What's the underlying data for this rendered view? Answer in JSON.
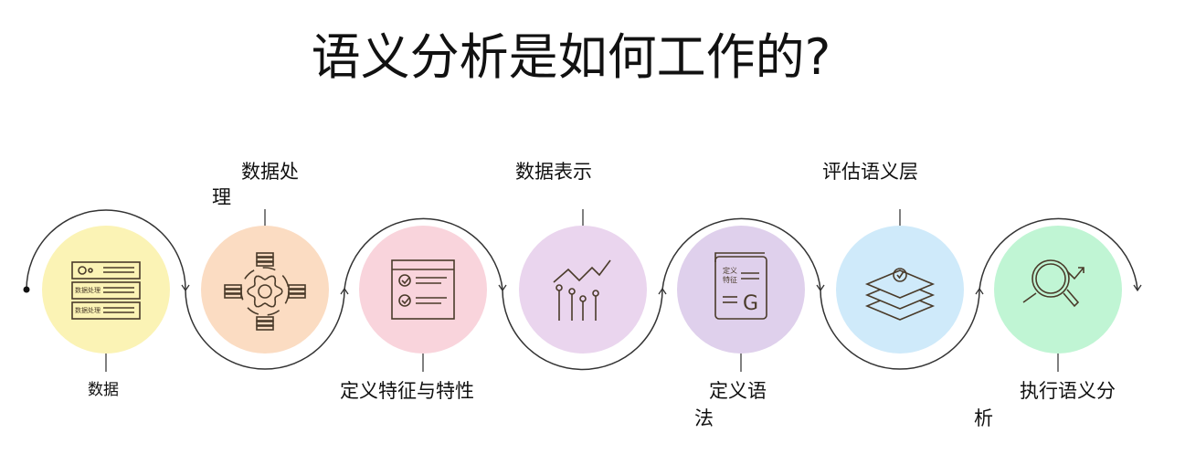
{
  "title": "语义分析是如何工作的?",
  "steps": [
    {
      "label": "数据",
      "label_line2": "",
      "position": "bottom",
      "color": "#fbf3b5",
      "icon": "server-rack-icon",
      "icon_text": "数据处理"
    },
    {
      "label": "数据处",
      "label_line2": "理",
      "position": "top",
      "color": "#fbdcc2",
      "icon": "gear-databases-icon"
    },
    {
      "label": "定义特征与特性",
      "label_line2": "",
      "position": "bottom",
      "color": "#f9d4dc",
      "icon": "checklist-window-icon"
    },
    {
      "label": "数据表示",
      "label_line2": "",
      "position": "top",
      "color": "#ead5ee",
      "icon": "line-chart-icon"
    },
    {
      "label": "定义语",
      "label_line2": "法",
      "position": "bottom",
      "color": "#dfd0ec",
      "icon": "grammar-document-icon",
      "icon_text": "定义特征"
    },
    {
      "label": "评估语义层",
      "label_line2": "",
      "position": "top",
      "color": "#cfeafa",
      "icon": "layers-check-icon"
    },
    {
      "label": "执行语义分",
      "label_line2": "析",
      "position": "bottom",
      "color": "#c0f5d4",
      "icon": "magnifier-trend-icon"
    }
  ],
  "line_color": "#333333"
}
